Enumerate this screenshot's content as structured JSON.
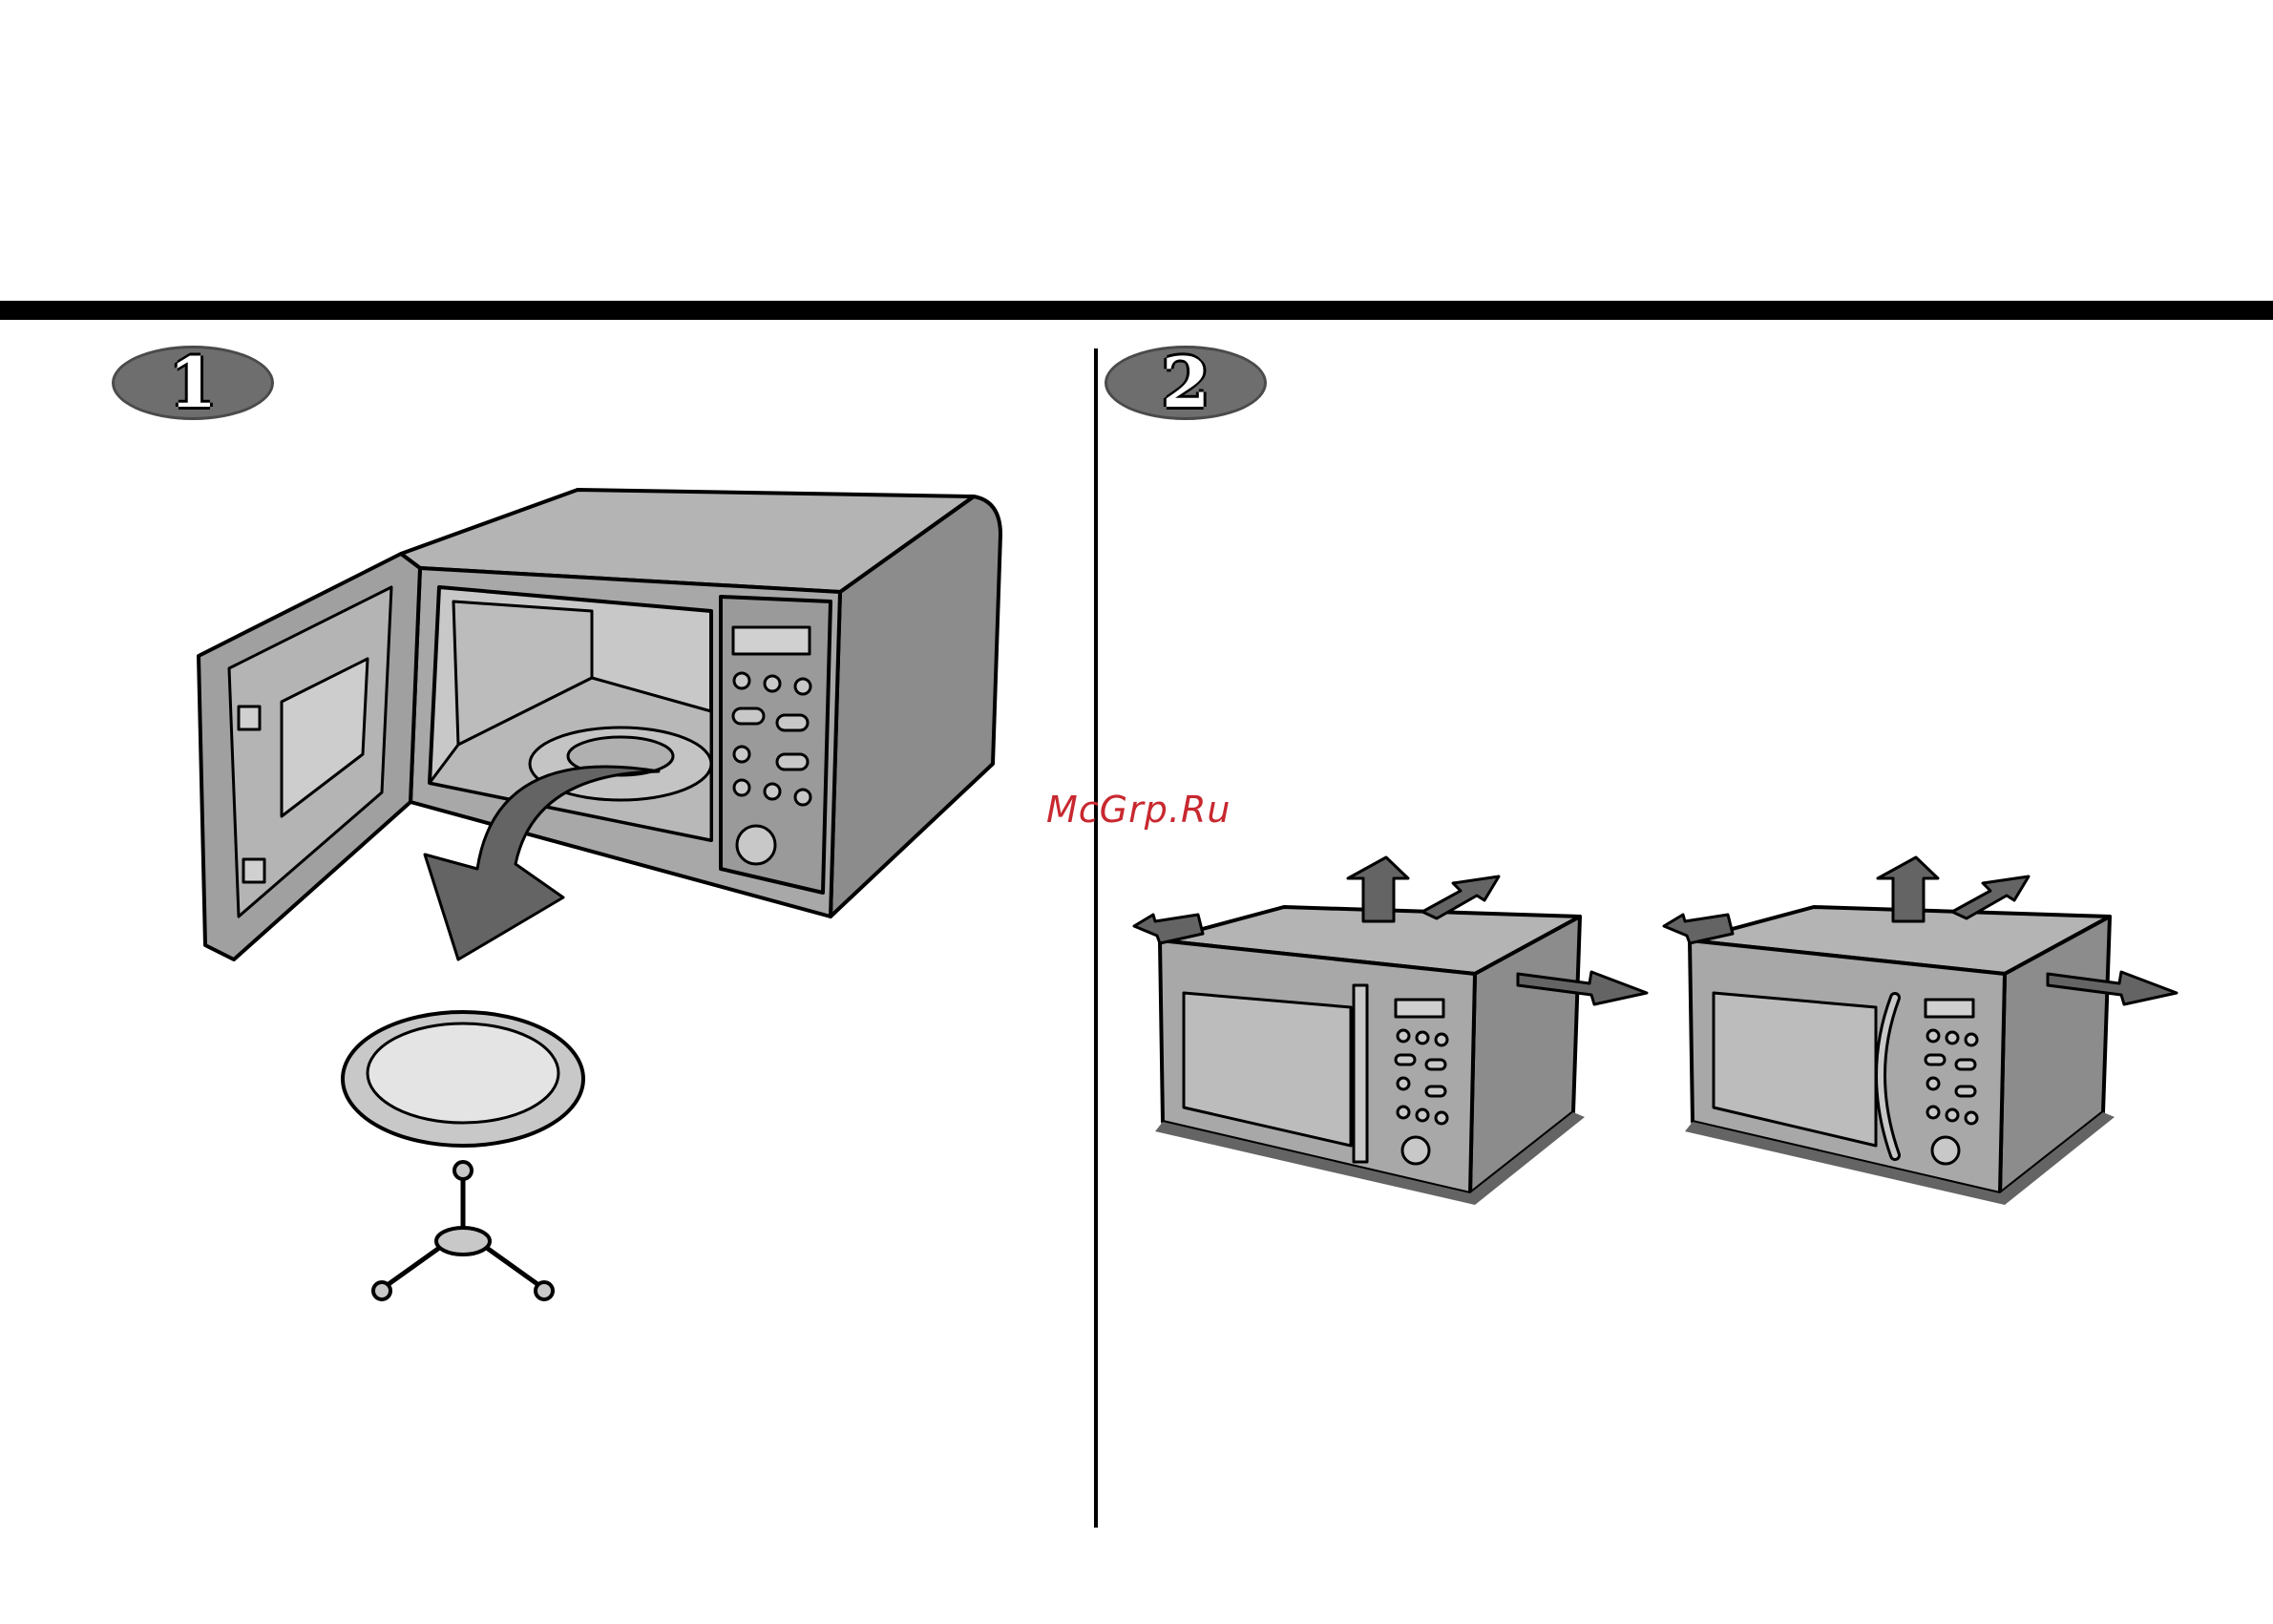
{
  "steps": [
    {
      "number": "1"
    },
    {
      "number": "2"
    }
  ],
  "watermark": {
    "text": "McGrp.Ru"
  },
  "colors": {
    "appliance_body": "#a8a8a8",
    "appliance_dark": "#7a7a7a",
    "arrow": "#646464",
    "outline": "#000000",
    "watermark": "#c8282f"
  },
  "icons": {
    "step1": "open-microwave-remove-tray-illustration",
    "step2": "microwave-ventilation-clearance-illustration"
  }
}
